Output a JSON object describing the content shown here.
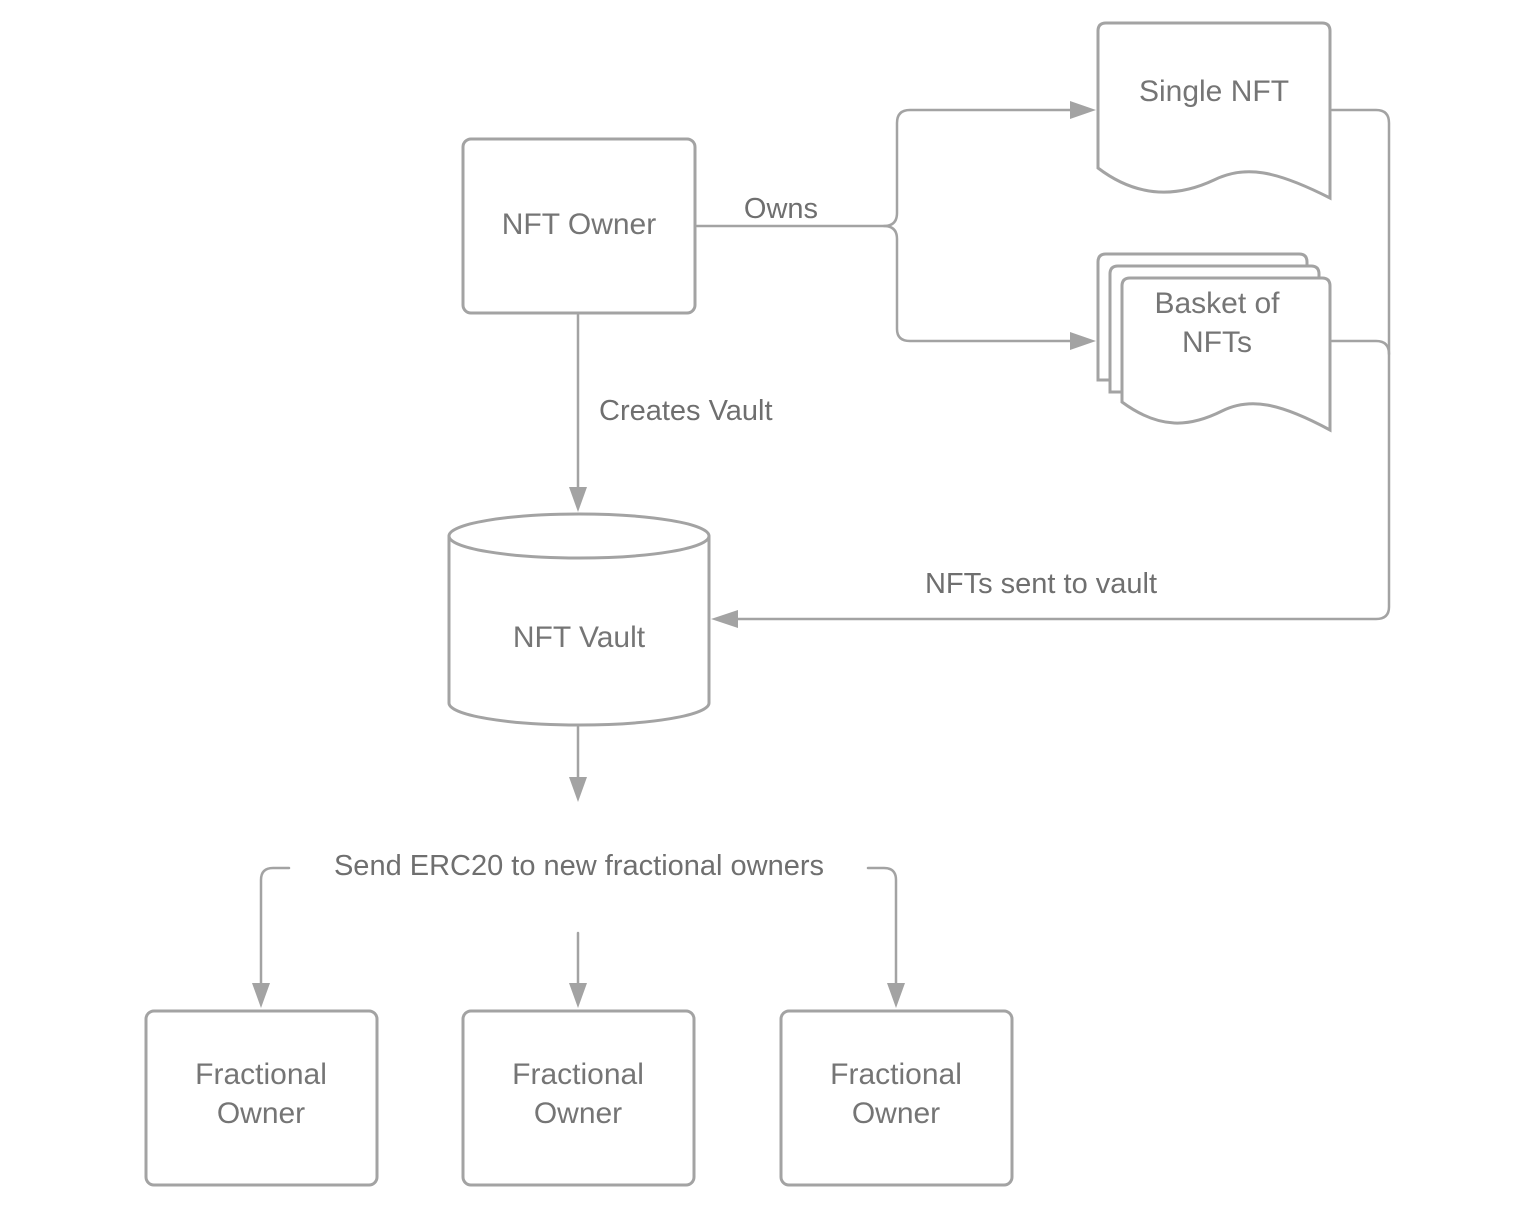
{
  "diagram": {
    "nodes": {
      "nft_owner": "NFT Owner",
      "single_nft": "Single NFT",
      "basket_line1": "Basket of",
      "basket_line2": "NFTs",
      "vault": "NFT Vault",
      "fractional_line1": "Fractional",
      "fractional_line2": "Owner"
    },
    "edges": {
      "owns": "Owns",
      "creates_vault": "Creates Vault",
      "sent_to_vault": "NFTs sent to vault",
      "send_erc20": "Send ERC20 to new fractional owners"
    },
    "colors": {
      "stroke": "#a3a3a3",
      "text": "#757575",
      "background": "#ffffff"
    }
  }
}
